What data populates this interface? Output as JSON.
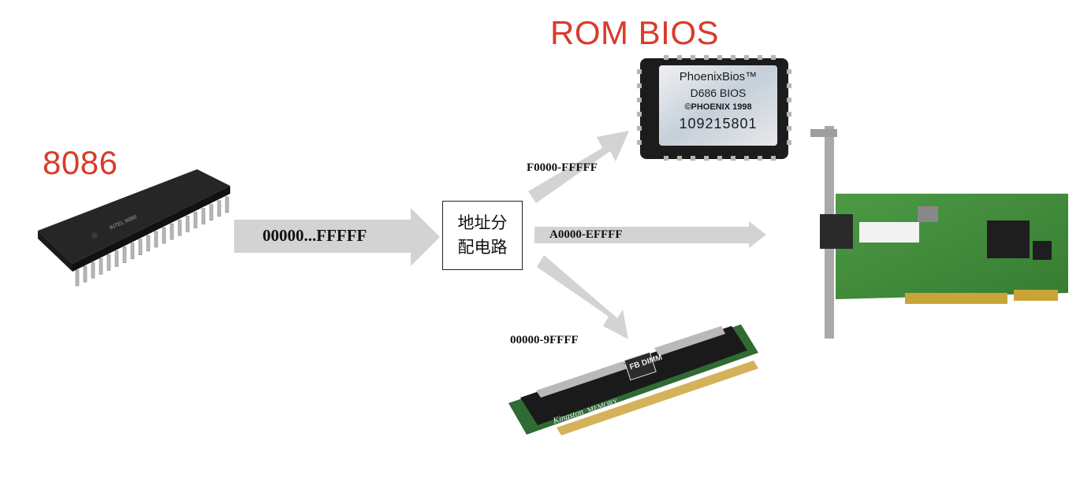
{
  "labels": {
    "cpu": "8086",
    "rom": "ROM BIOS",
    "decoder": "地址分配电路"
  },
  "ranges": {
    "cpu_out": "00000...FFFFF",
    "to_rom": "F0000-FFFFF",
    "to_card": "A0000-EFFFF",
    "to_ram": "00000-9FFFF"
  },
  "rom_chip": {
    "line1": "PhoenixBios™",
    "line2": "D686 BIOS",
    "line3": "©PHOENIX 1998",
    "line4": "109215801"
  },
  "ram_module": {
    "badge": "FB DIMM",
    "brand": "Kingston",
    "brand_sub": "MEMORY"
  },
  "colors": {
    "label_red": "#d93b2b",
    "arrow_gray": "#d3d3d3"
  }
}
